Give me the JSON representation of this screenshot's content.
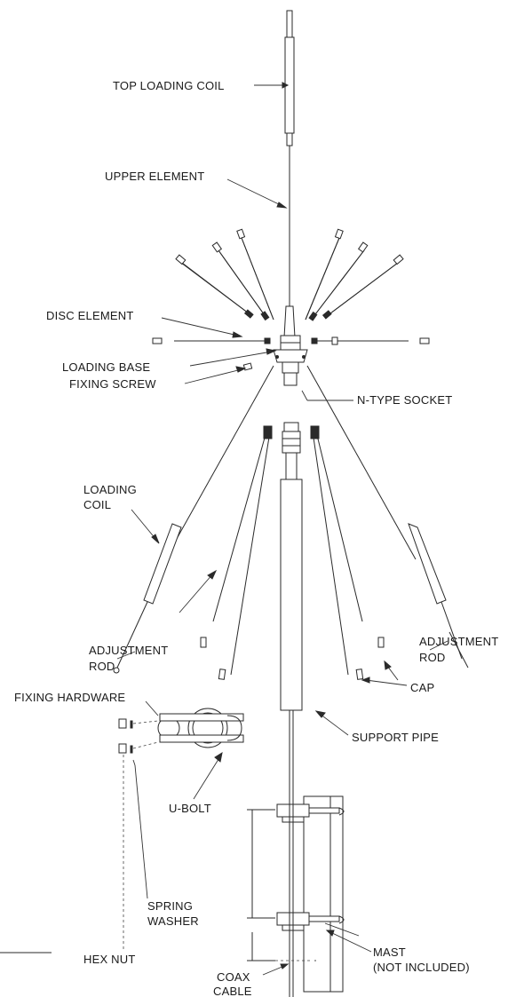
{
  "labels": {
    "top_loading_coil": "TOP LOADING COIL",
    "upper_element": "UPPER ELEMENT",
    "disc_element": "DISC ELEMENT",
    "loading_base": "LOADING BASE",
    "fixing_screw": "FIXING SCREW",
    "n_type_socket": "N-TYPE SOCKET",
    "loading_coil_1": "LOADING",
    "loading_coil_2": "COIL",
    "adjustment_rod_left_1": "ADJUSTMENT",
    "adjustment_rod_left_2": "ROD",
    "adjustment_rod_right_1": "ADJUSTMENT",
    "adjustment_rod_right_2": "ROD",
    "cap": "CAP",
    "fixing_hardware": "FIXING HARDWARE",
    "support_pipe": "SUPPORT PIPE",
    "u_bolt": "U-BOLT",
    "spring_washer_1": "SPRING",
    "spring_washer_2": "WASHER",
    "hex_nut": "HEX NUT",
    "coax_cable_1": "COAX",
    "coax_cable_2": "CABLE",
    "mast_1": "MAST",
    "mast_2": "(NOT INCLUDED)"
  }
}
